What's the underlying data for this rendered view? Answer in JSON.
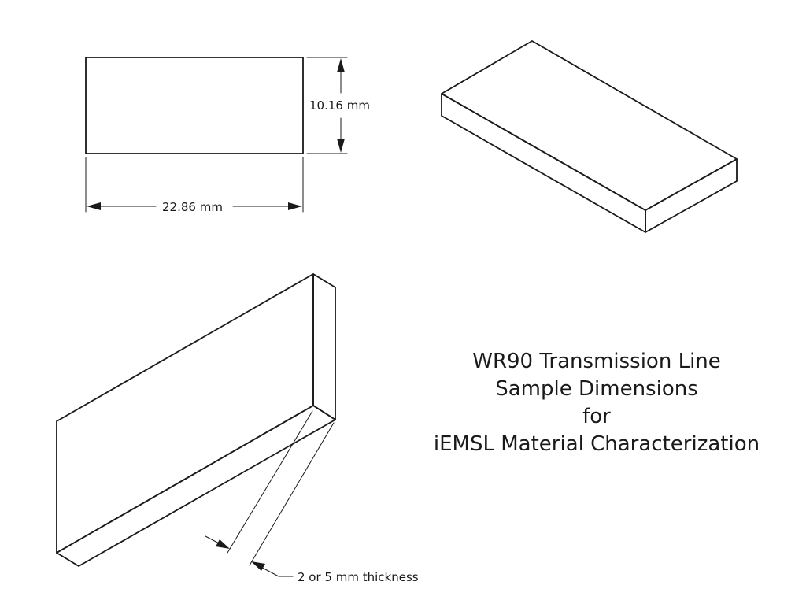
{
  "dimensions": {
    "height_label": "10.16 mm",
    "width_label": "22.86 mm",
    "thickness_label": "2 or 5 mm thickness"
  },
  "title": {
    "line1": "WR90 Transmission Line",
    "line2": "Sample Dimensions",
    "line3": "for",
    "line4": "iEMSL Material Characterization"
  }
}
